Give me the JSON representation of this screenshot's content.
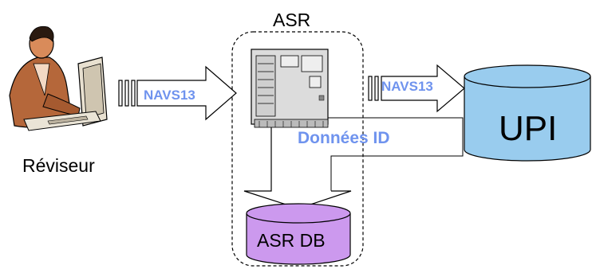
{
  "diagram": {
    "reviewer": {
      "label": "Réviseur"
    },
    "asr": {
      "title": "ASR"
    },
    "arrows": {
      "navs_in": "NAVS13",
      "navs_out": "NAVS13",
      "id_data": "Données ID"
    },
    "upi": {
      "label": "UPI"
    },
    "asr_db": {
      "label": "ASR DB"
    }
  },
  "colors": {
    "arrow_label": "#6f93ee",
    "upi_fill": "#99ccee",
    "asr_db_fill": "#cc99ee",
    "server_fill": "#d8d8d8",
    "outline": "#000000"
  },
  "icons": [
    "reviewer-person-icon",
    "server-computer-icon"
  ]
}
